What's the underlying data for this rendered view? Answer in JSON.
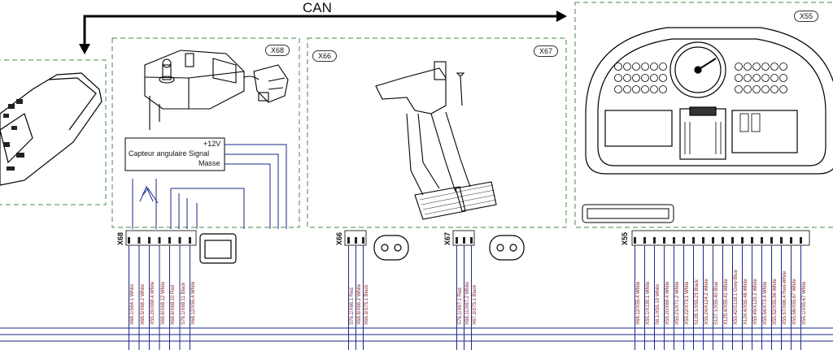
{
  "bus": {
    "label": "CAN"
  },
  "modules": {
    "x68": {
      "tag": "X68",
      "signals": [
        "+12V",
        "Capteur angulaire Signal",
        "Masse"
      ]
    },
    "x66": {
      "tag": "X66"
    },
    "x67": {
      "tag": "X67"
    },
    "x55": {
      "tag": "X55"
    }
  },
  "connectors": {
    "x68": {
      "name": "X68",
      "wires": [
        "X68.1/S64.1 White",
        "X68.5/X68.2 White",
        "X55.20/X68.4 White",
        "X68.6/X68.12 White",
        "X68.6/X68.10 Red",
        "S76.1/X68.11 Black",
        "X68.12/X55.4 White"
      ]
    },
    "x66": {
      "name": "X66",
      "wires": [
        "S76.1/X66.1 Red",
        "X68.8/X66.2 White",
        "X66.3/S75.1 Black"
      ]
    },
    "x67": {
      "name": "X67",
      "wires": [
        "S76.1/X67.1 Red",
        "X68.11/X67.2 White",
        "X67.3/S75.1 Black"
      ]
    },
    "x55": {
      "name": "X55",
      "wires": [
        "X68.12/X55.4 White",
        "X55.1/X130.1 White",
        "S6.1/X55.19 White",
        "X55.20/X68.4 White",
        "X55.21/X71.2 White",
        "X55.22/X73.1 White",
        "S128.1/X55.23 Black",
        "X55.24/X124.2 White",
        "S107.1/X55.40 Blue",
        "X125.4/X55.41 White",
        "X55.42/S118.1 Grey-Blue",
        "X124.4/X55.48 White",
        "X55.49/X129.2 White",
        "X55.54/X73.4 White",
        "X55.52/X55.56 White",
        "X55.57/X66.4 Red-White",
        "X55.58/X55.67 White",
        "X55.1/X55.67 White"
      ]
    }
  }
}
